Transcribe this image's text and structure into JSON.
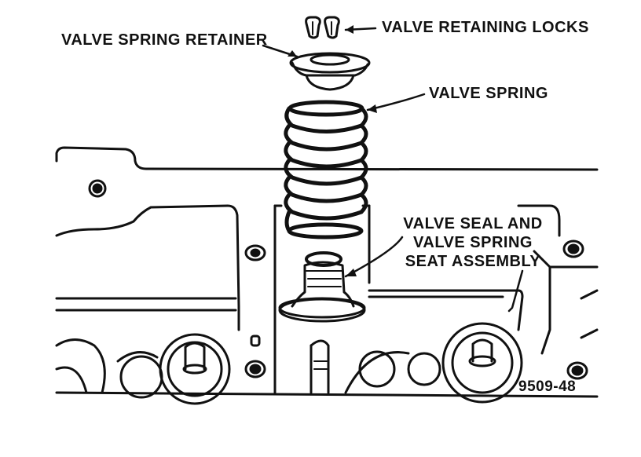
{
  "labels": {
    "valve_spring_retainer": "VALVE SPRING RETAINER",
    "valve_retaining_locks": "VALVE RETAINING LOCKS",
    "valve_spring": "VALVE SPRING",
    "valve_seal_line1": "VALVE SEAL AND",
    "valve_seal_line2": "VALVE SPRING",
    "valve_seal_line3": "SEAT ASSEMBLY",
    "figure_number": "9509-48"
  },
  "colors": {
    "ink": "#111111",
    "paper": "#ffffff"
  }
}
